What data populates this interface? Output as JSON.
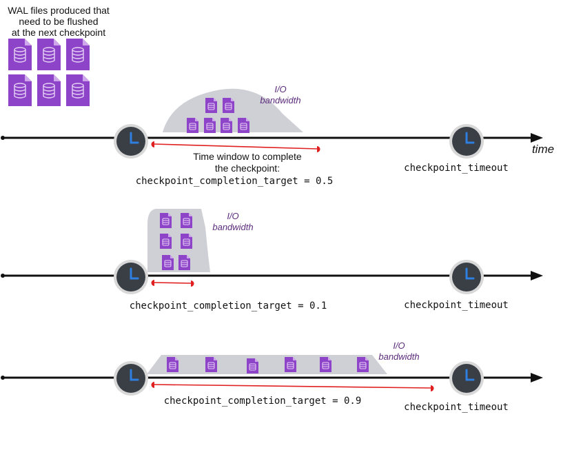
{
  "header": {
    "wal_caption_lines": [
      "WAL files produced that",
      "need to be flushed",
      "at the next checkpoint"
    ],
    "wal_file_count": 6
  },
  "time_label": "time",
  "io_label_lines": [
    "I/O",
    "bandwidth"
  ],
  "checkpoint_timeout_label": "checkpoint_timeout",
  "window_caption_lines": [
    "Time window to complete",
    "the checkpoint:"
  ],
  "scenarios": [
    {
      "target_label": "checkpoint_completion_target = 0.5",
      "target": 0.5,
      "file_count": 6
    },
    {
      "target_label": "checkpoint_completion_target = 0.1",
      "target": 0.1,
      "file_count": 6
    },
    {
      "target_label": "checkpoint_completion_target = 0.9",
      "target": 0.9,
      "file_count": 6
    }
  ],
  "colors": {
    "file": "#8e44c8",
    "file_fold": "#cfa8ec",
    "io_area": "#cfcfd6",
    "window_line": "#e02020",
    "axis": "#111111",
    "clock_face": "#3a3f46",
    "clock_hand": "#2f7fe0",
    "io_text": "#5a2a7a"
  },
  "icons": {
    "file": "database-file-icon",
    "clock": "clock-icon",
    "arrow": "arrow-right-icon"
  }
}
